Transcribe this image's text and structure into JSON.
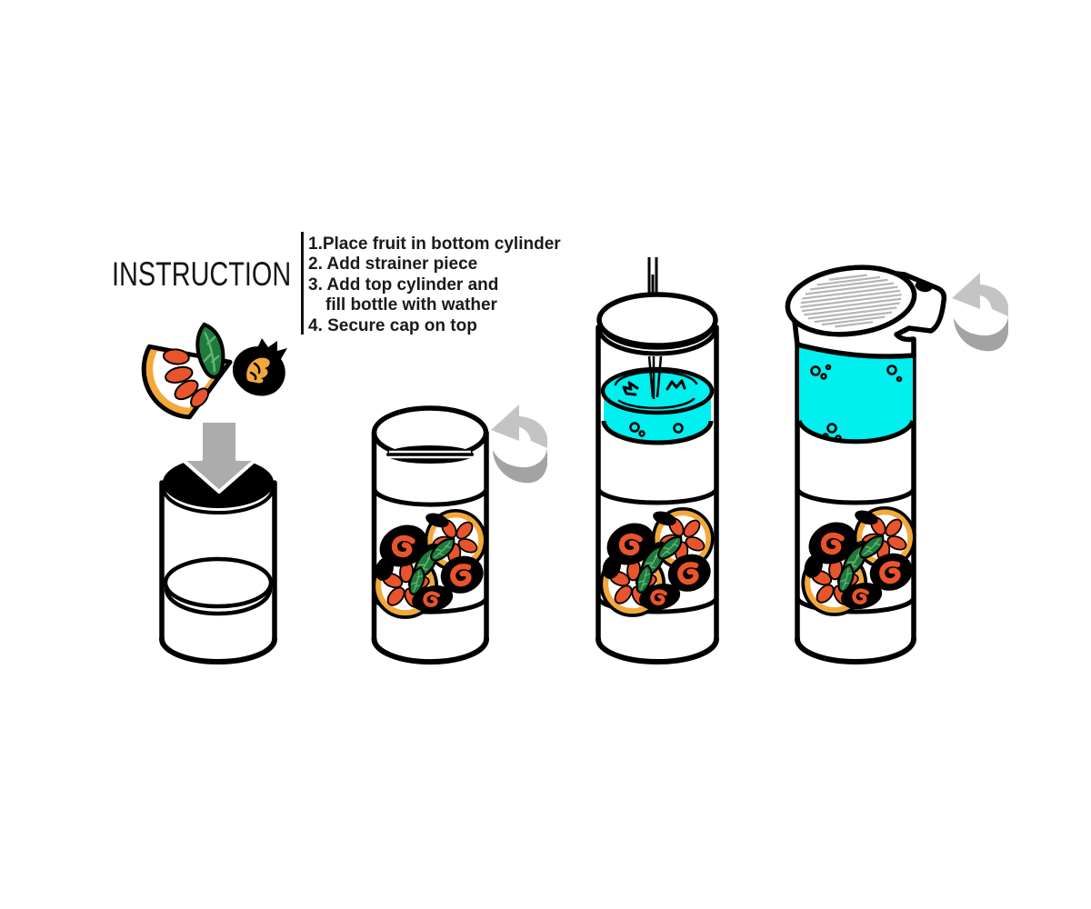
{
  "title": "INSTRUCTION",
  "instructions": {
    "lines": [
      "1.Place fruit in bottom cylinder",
      "2. Add strainer piece",
      "3. Add top cylinder and",
      "fill bottle with wather",
      "4. Secure cap on top"
    ]
  },
  "icons": {
    "down_arrow": "down-arrow-icon",
    "rotate_arrow": "rotate-arrow-icon"
  },
  "colors": {
    "outline": "#000000",
    "water_cyan": "#00EFEF",
    "orange_peel": "#F2A93C",
    "orange_segment": "#E8542B",
    "leaf_green": "#1E7B3C",
    "leaf_vein": "#63B478",
    "down_arrow_gray": "#ACACAC",
    "rotate_arrow_light": "#C4C4C4",
    "rotate_arrow_dark": "#A3A3A3",
    "cap_stripe_gray": "#B5B5B5"
  }
}
